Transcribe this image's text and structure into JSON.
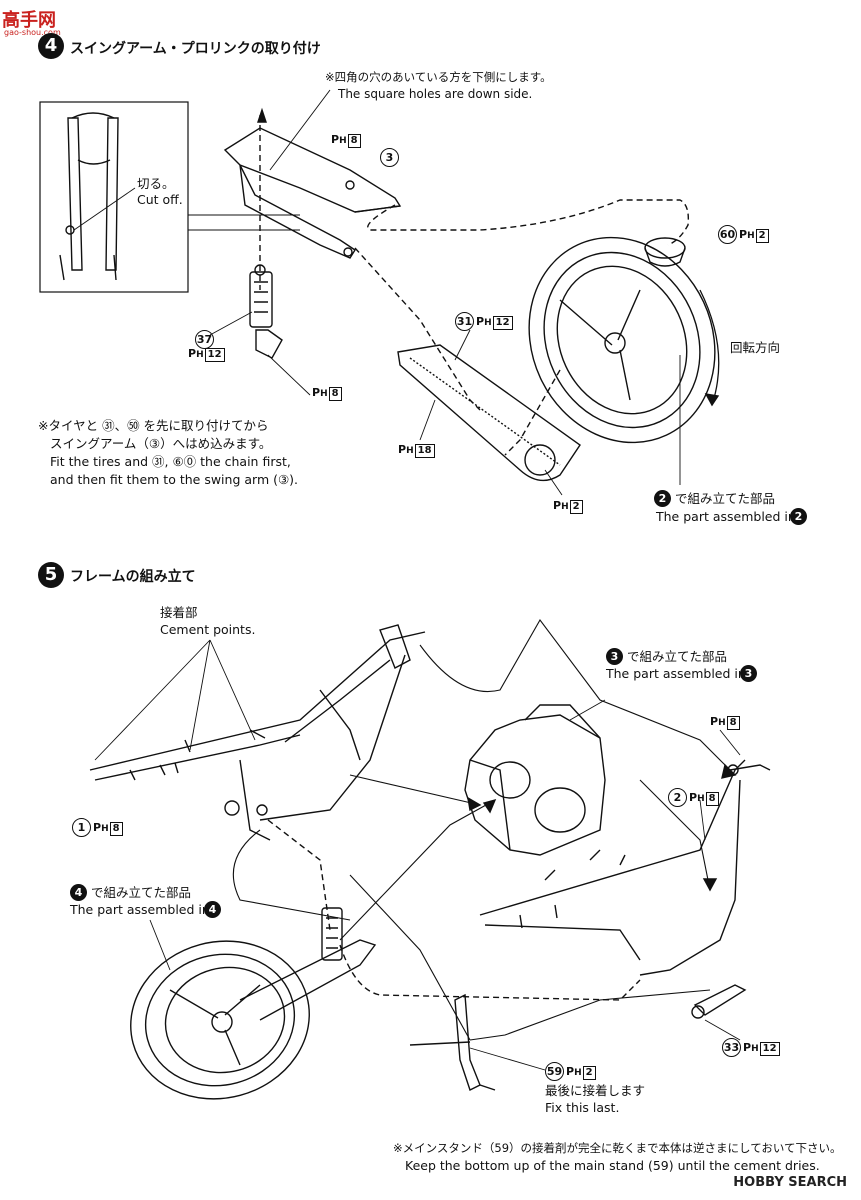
{
  "logo": {
    "text": "高手网",
    "sub": "gao-shou.com"
  },
  "step4": {
    "number": "4",
    "title": "スイングアーム・プロリンクの取り付け",
    "note_jp": "※四角の穴のあいている方を下側にします。",
    "note_en": "The square holes are down side.",
    "cut_jp": "切る。",
    "cut_en": "Cut off.",
    "rotation_jp": "回転方向",
    "instr_jp_1": "※タイヤと ㉛、㊿ を先に取り付けてから",
    "instr_jp_2": "スイングアーム（③）へはめ込みます。",
    "instr_en_1": "Fit the tires and ㉛, ⑥⓪ the chain first,",
    "instr_en_2": "and then fit them to the swing arm (③).",
    "assembled_jp": "で組み立てた部品",
    "assembled_en": "The part assembled in",
    "assembled_ref": "2",
    "labels": {
      "p3": "3",
      "p3_ph": "8",
      "p60": "60",
      "p60_ph": "2",
      "p37": "37",
      "p37_ph": "12",
      "ph8_link": "8",
      "p31": "31",
      "p31_ph": "12",
      "ph18": "18",
      "ph2": "2"
    }
  },
  "step5": {
    "number": "5",
    "title": "フレームの組み立て",
    "cement_jp": "接着部",
    "cement_en": "Cement points.",
    "asm3_jp": "で組み立てた部品",
    "asm3_en": "The part assembled in",
    "asm3_ref": "3",
    "asm4_jp": "で組み立てた部品",
    "asm4_en": "The part assembled in",
    "asm4_ref": "4",
    "last_jp": "最後に接着します",
    "last_en": "Fix this last.",
    "bottom_jp": "※メインスタンド（59）の接着剤が完全に乾くまで本体は逆さまにしておいて下さい。",
    "bottom_en": "Keep the bottom up of the main stand (59) until the cement dries.",
    "labels": {
      "p1": "1",
      "p1_ph": "8",
      "ph8_top": "8",
      "p2": "2",
      "p2_ph": "8",
      "p59": "59",
      "p59_ph": "2",
      "p33": "33",
      "p33_ph": "12"
    }
  },
  "watermark": "HOBBY SEARCH"
}
